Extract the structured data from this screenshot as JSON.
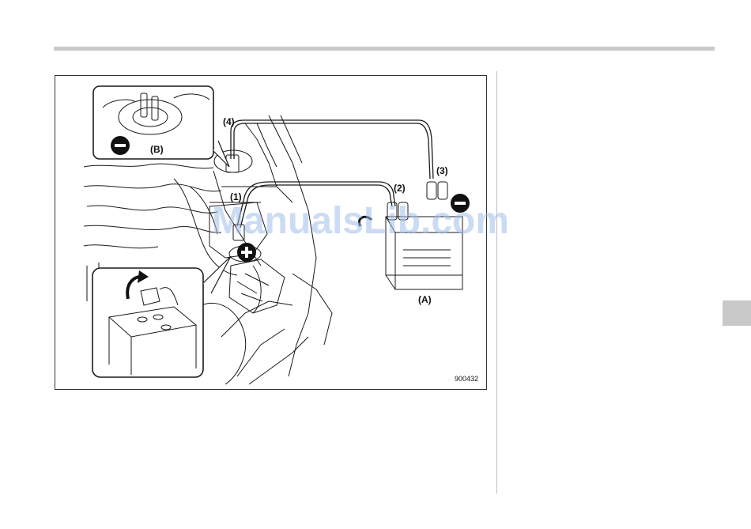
{
  "figure": {
    "labels": {
      "l1": "(1)",
      "l2": "(2)",
      "l3": "(3)",
      "l4": "(4)",
      "lA": "(A)",
      "lB": "(B)"
    },
    "code": "900432"
  },
  "watermark": "ManualsLib.com",
  "colors": {
    "rule": "#c9c9c9",
    "line_art": "#1a1a1a",
    "watermark": "#a0beeb"
  }
}
